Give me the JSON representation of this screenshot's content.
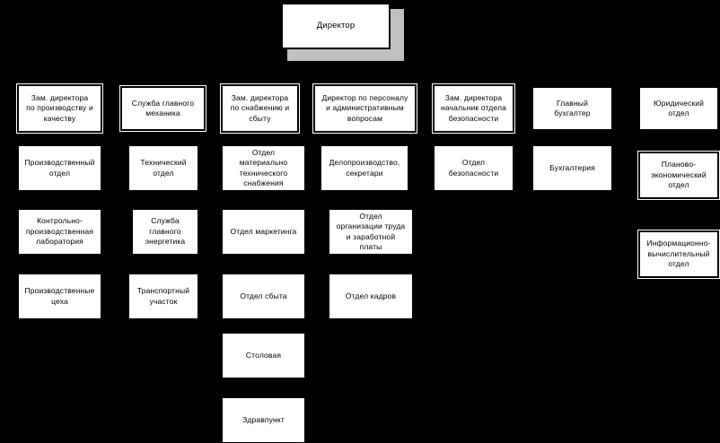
{
  "diagram": {
    "title_node": {
      "id": "director",
      "label": "Директор"
    },
    "background_color": "#000000",
    "node_fill": "#ffffff",
    "node_text_color": "#000000",
    "shadow_color": "#c0c0c0",
    "columns": [
      {
        "id": "col-1",
        "head": "Зам. директора\nпо производству и\nкачеству",
        "nodes": [
          "Производственный\nотдел",
          "Контрольно-\nпроизвoдственная\nлаборатория",
          "Производственные\nцеха"
        ]
      },
      {
        "id": "col-2",
        "head": "Служба главного\nмеханика",
        "nodes": [
          "Технический\nотдел",
          "Служба\nглавного\nэнергетика",
          "Транспортный\nучасток"
        ]
      },
      {
        "id": "col-3",
        "head": "Зам. директора\nпо снабжению и\nсбыту",
        "nodes": [
          "Отдел\nматериально\nтехнического\nснабжения",
          "Отдел маркетинга",
          "Отдел сбыта",
          "Столовая",
          "Здравпункт"
        ]
      },
      {
        "id": "col-4",
        "head": "Директор по персоналу\nи административным\nвопросам",
        "nodes": [
          "Делопроизводство,\nсекретари",
          "Отдел\nорганизации труда\nи заработной\nплаты",
          "Отдел кадров"
        ]
      },
      {
        "id": "col-5",
        "head": "Зам. директора\nначальник отдела\nбезопасности",
        "nodes": [
          "Отдел\nбезопасности"
        ]
      },
      {
        "id": "col-6",
        "head": "Главный\nбухгалтер",
        "nodes": [
          "Бухгалтерия"
        ]
      },
      {
        "id": "col-7",
        "head": "Юридический\nотдел",
        "nodes": [
          "Планово-\nэкономический\nотдел",
          "Информационно-\nвычислительный\nотдел"
        ]
      }
    ]
  }
}
